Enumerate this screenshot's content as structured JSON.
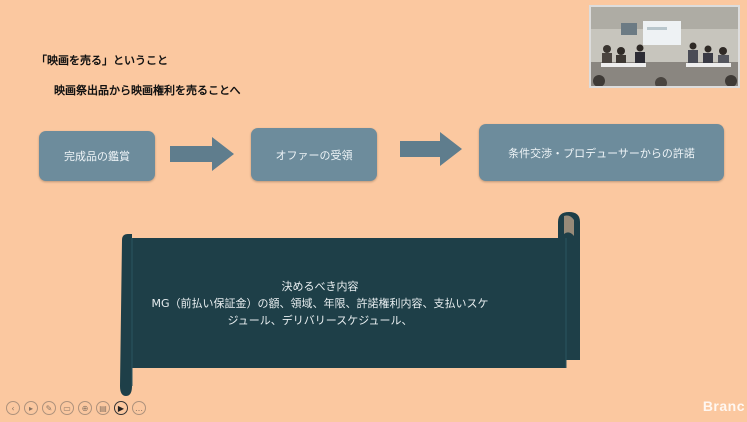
{
  "slide": {
    "title": "「映画を売る」ということ",
    "subtitle": "映画祭出品から映画権利を売ることへ",
    "flow": [
      {
        "label": "完成品の鑑賞"
      },
      {
        "label": "オファーの受領"
      },
      {
        "label": "条件交渉・プロデューサーからの許諾"
      }
    ],
    "scroll": {
      "line1": "決めるべき内容",
      "line2": "MG（前払い保証金）の額、領域、年限、許諾権利内容、支払いスケ",
      "line3": "ジュール、デリバリースケジュール、"
    },
    "colors": {
      "background": "#fbc8a0",
      "box": "#6d8c9c",
      "arrow": "#5f7d8d",
      "scroll": "#1e3f48"
    }
  },
  "toolbar": {
    "buttons": [
      {
        "icon": "previous-icon"
      },
      {
        "icon": "play-icon"
      },
      {
        "icon": "pen-icon"
      },
      {
        "icon": "screen-icon"
      },
      {
        "icon": "zoom-icon"
      },
      {
        "icon": "subtitles-icon"
      },
      {
        "icon": "video-icon"
      },
      {
        "icon": "more-icon"
      }
    ]
  },
  "watermark": "Branc"
}
